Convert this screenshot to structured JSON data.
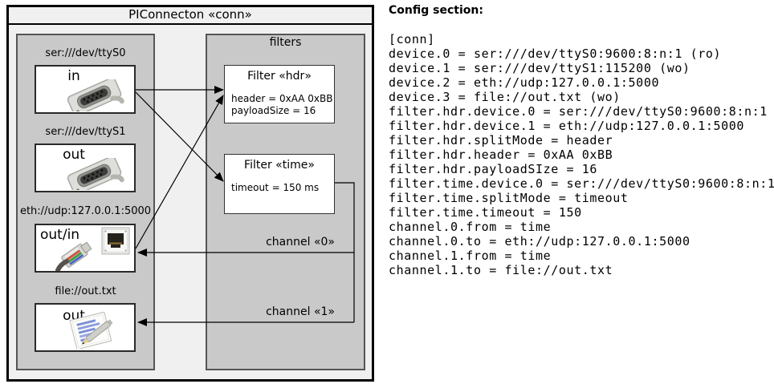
{
  "diagram": {
    "title": "PIConnecton «conn»",
    "filters_label": "filters",
    "devices": [
      {
        "uri": "ser:///dev/ttyS0",
        "direction": "in",
        "icon": "serial-port-icon"
      },
      {
        "uri": "ser:///dev/ttyS1",
        "direction": "out",
        "icon": "serial-port-icon"
      },
      {
        "uri": "eth://udp:127.0.0.1:5000",
        "direction": "out/in",
        "icon": "ethernet-icon"
      },
      {
        "uri": "file://out.txt",
        "direction": "out",
        "icon": "file-document-icon"
      }
    ],
    "filters": [
      {
        "title": "Filter «hdr»",
        "props": [
          "header = 0xAA 0xBB",
          "payloadSize = 16"
        ]
      },
      {
        "title": "Filter «time»",
        "props": [
          "timeout = 150 ms"
        ]
      }
    ],
    "channels": [
      {
        "label": "channel «0»"
      },
      {
        "label": "channel «1»"
      }
    ],
    "colors": {
      "outer_background": "#f0f0f0",
      "panel_gray": "#c9c9c9",
      "box_white": "#ffffff",
      "line_black": "#000000"
    }
  },
  "config": {
    "heading": "Config section:",
    "lines": [
      "[conn]",
      "device.0 = ser:///dev/ttyS0:9600:8:n:1 (ro)",
      "device.1 = ser:///dev/ttyS1:115200 (wo)",
      "device.2 = eth://udp:127.0.0.1:5000",
      "device.3 = file://out.txt (wo)",
      "filter.hdr.device.0 = ser:///dev/ttyS0:9600:8:n:1",
      "filter.hdr.device.1 = eth://udp:127.0.0.1:5000",
      "filter.hdr.splitMode = header",
      "filter.hdr.header = 0xAA 0xBB",
      "filter.hdr.payloadSIze = 16",
      "filter.time.device.0 = ser:///dev/ttyS0:9600:8:n:1",
      "filter.time.splitMode = timeout",
      "filter.time.timeout = 150",
      "channel.0.from = time",
      "channel.0.to = eth://udp:127.0.0.1:5000",
      "channel.1.from = time",
      "channel.1.to = file://out.txt"
    ]
  }
}
